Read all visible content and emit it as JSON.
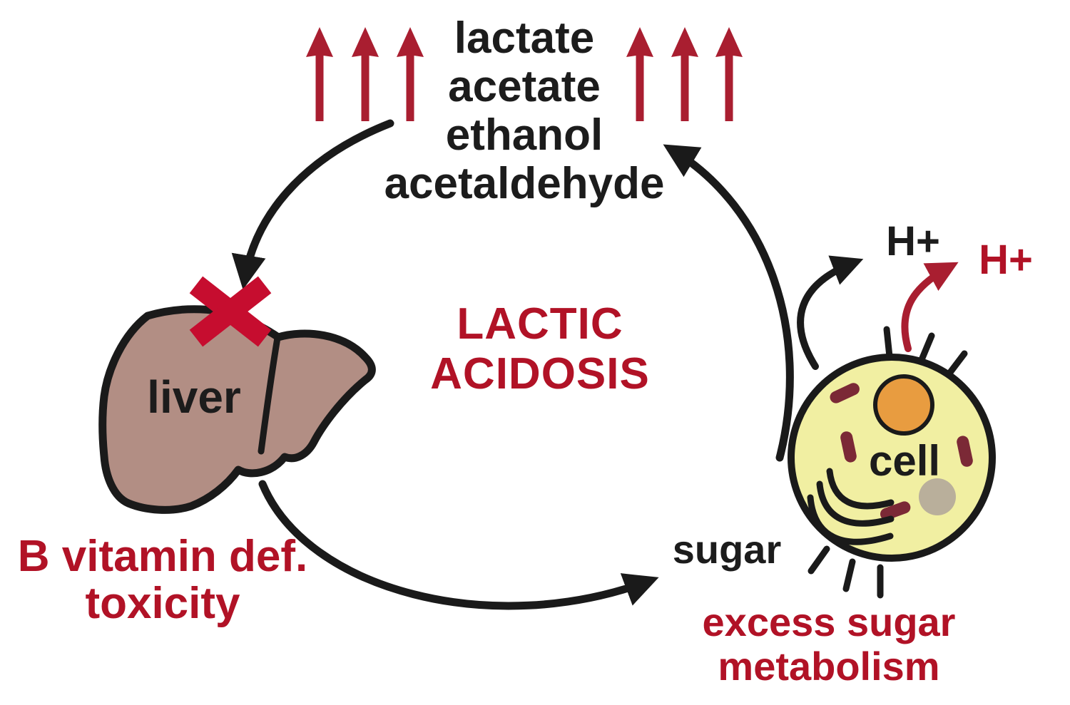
{
  "diagram": {
    "center_title": {
      "lines": [
        "LACTIC",
        "ACIDOSIS"
      ]
    },
    "metabolites": {
      "lines": [
        "lactate",
        "acetate",
        "ethanol",
        "acetaldehyde"
      ]
    },
    "liver": {
      "label": "liver",
      "caption": {
        "lines": [
          "B vitamin def.",
          "toxicity"
        ]
      }
    },
    "cell": {
      "label": "cell",
      "sugar_label": "sugar",
      "proton_black": "H+",
      "proton_red": "H+",
      "caption": {
        "lines": [
          "excess sugar",
          "metabolism"
        ]
      }
    },
    "colors": {
      "red_text": "#b11226",
      "arrow_red": "#a91e30",
      "cross_red": "#c60d2f",
      "black": "#1a1a1a",
      "liver_fill": "#b28e84",
      "cell_fill": "#f1efa2",
      "nucleus_fill": "#e89c40",
      "organelle_fill": "#7b2936",
      "vacuole_fill": "#b9af9b"
    }
  }
}
